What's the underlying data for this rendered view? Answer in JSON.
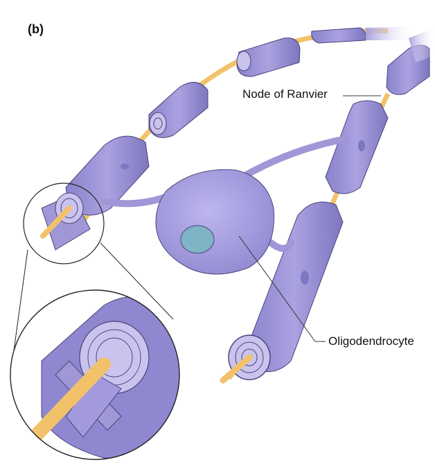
{
  "figure": {
    "panel_label": "(b)",
    "labels": {
      "node_of_ranvier": "Node of Ranvier",
      "oligodendrocyte": "Oligodendrocyte"
    }
  },
  "colors": {
    "myelin": "#9f97d6",
    "myelin_dark": "#7e76bf",
    "myelin_light": "#c9c3ee",
    "axon": "#f2c26b",
    "nucleus": "#7fb3c6",
    "outline": "#4a447a",
    "leader_line": "#333333"
  }
}
